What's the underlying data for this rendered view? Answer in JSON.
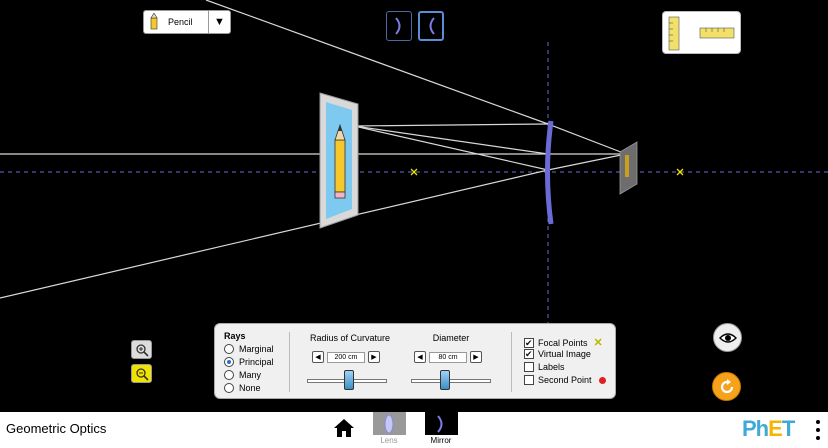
{
  "app": {
    "title": "Geometric Optics"
  },
  "object_selector": {
    "label": "Pencil",
    "icon": "pencil-icon"
  },
  "mode_buttons": [
    {
      "icon": "lens-mode-icon",
      "selected": false
    },
    {
      "icon": "mirror-mode-icon",
      "selected": true
    }
  ],
  "tools": {
    "icons": [
      "vertical-ruler-icon",
      "horizontal-ruler-icon"
    ]
  },
  "zoom": {
    "icons": [
      "zoom-in-icon",
      "zoom-out-icon"
    ]
  },
  "controls": {
    "rays": {
      "title": "Rays",
      "options": [
        "Marginal",
        "Principal",
        "Many",
        "None"
      ],
      "selected": "Principal"
    },
    "radius": {
      "title": "Radius of Curvature",
      "value": "200 cm",
      "slider_fraction": 0.52
    },
    "diameter": {
      "title": "Diameter",
      "value": "80 cm",
      "slider_fraction": 0.42
    },
    "checkboxes": [
      {
        "label": "Focal Points",
        "checked": true,
        "marker": "focal-point-x-icon"
      },
      {
        "label": "Virtual Image",
        "checked": true
      },
      {
        "label": "Labels",
        "checked": false
      },
      {
        "label": "Second Point",
        "checked": false,
        "marker": "second-point-dot-icon"
      }
    ]
  },
  "round_buttons": {
    "eye": "eye-icon",
    "reset": "reset-icon"
  },
  "navbar": {
    "screens": [
      {
        "label": "Lens",
        "active": false
      },
      {
        "label": "Mirror",
        "active": true
      }
    ],
    "brand": "PhET"
  },
  "colors": {
    "mirror": "#6b6bd6",
    "optical_axis": "#6b6bd6",
    "focal_marker": "#e8e000",
    "ray": "#cccccc",
    "reset": "#f7a21b",
    "accent": "#2a6fd6"
  }
}
